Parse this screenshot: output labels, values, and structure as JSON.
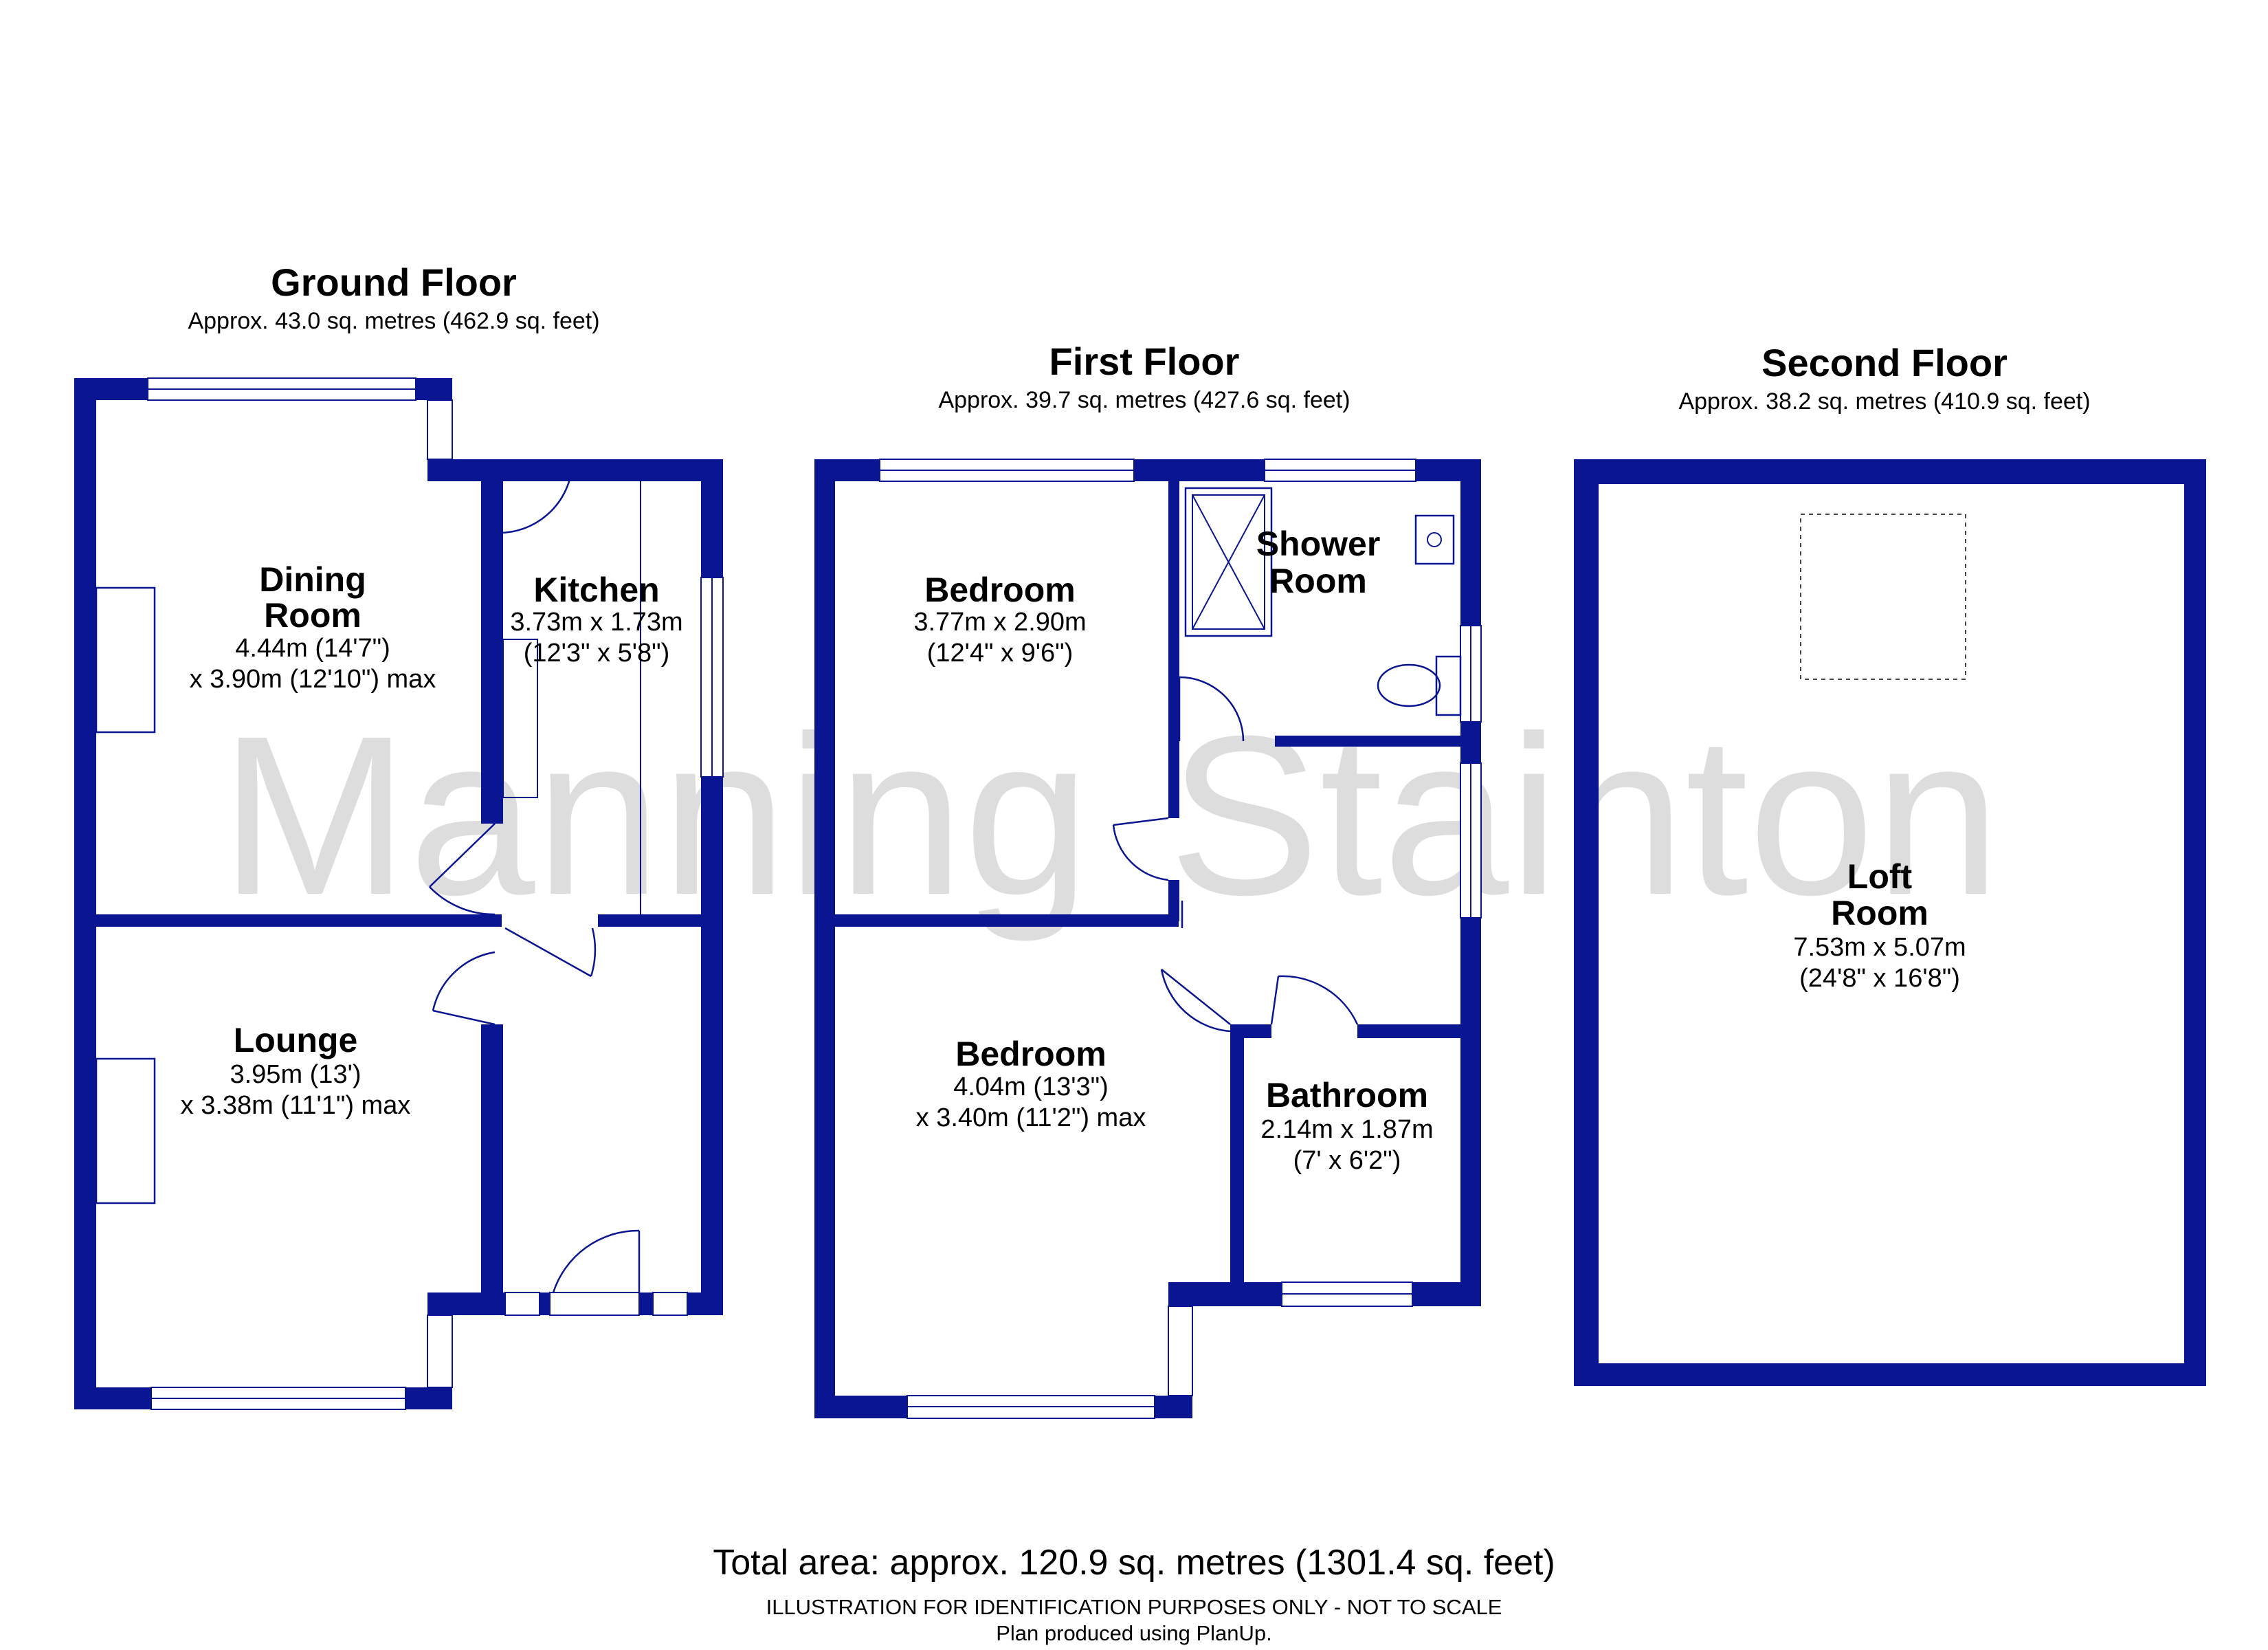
{
  "watermark": {
    "part1": "Manning",
    "part2": "Stainton",
    "color1": "#2a3597",
    "color2": "#e8102a"
  },
  "colors": {
    "wall": "#0a1591"
  },
  "ground_floor": {
    "title": "Ground Floor",
    "area": "Approx. 43.0 sq. metres (462.9 sq. feet)",
    "rooms": {
      "dining": {
        "name_l1": "Dining",
        "name_l2": "Room",
        "dim1": "4.44m (14'7\")",
        "dim2": "x 3.90m (12'10\") max"
      },
      "kitchen": {
        "name": "Kitchen",
        "dim1": "3.73m x 1.73m",
        "dim2": "(12'3\" x 5'8\")"
      },
      "lounge": {
        "name": "Lounge",
        "dim1": "3.95m (13')",
        "dim2": "x 3.38m (11'1\") max"
      }
    }
  },
  "first_floor": {
    "title": "First Floor",
    "area": "Approx. 39.7 sq. metres (427.6 sq. feet)",
    "rooms": {
      "bedroom1": {
        "name": "Bedroom",
        "dim1": "3.77m x 2.90m",
        "dim2": "(12'4\" x 9'6\")"
      },
      "shower": {
        "name_l1": "Shower",
        "name_l2": "Room"
      },
      "bedroom2": {
        "name": "Bedroom",
        "dim1": "4.04m (13'3\")",
        "dim2": "x 3.40m (11'2\") max"
      },
      "bathroom": {
        "name": "Bathroom",
        "dim1": "2.14m x 1.87m",
        "dim2": "(7' x 6'2\")"
      }
    }
  },
  "second_floor": {
    "title": "Second Floor",
    "area": "Approx. 38.2 sq. metres (410.9 sq. feet)",
    "rooms": {
      "loft": {
        "name_l1": "Loft",
        "name_l2": "Room",
        "dim1": "7.53m x 5.07m",
        "dim2": "(24'8\" x 16'8\")"
      }
    }
  },
  "footer": {
    "total": "Total area: approx. 120.9 sq. metres (1301.4 sq. feet)",
    "disclaimer": "ILLUSTRATION FOR IDENTIFICATION PURPOSES ONLY - NOT TO SCALE",
    "credit": "Plan produced using PlanUp."
  }
}
